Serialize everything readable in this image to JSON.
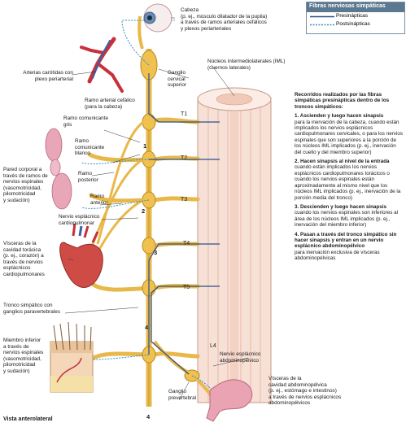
{
  "legend": {
    "title": "Fibras nerviosas simpáticas",
    "pre": "Presinápticas",
    "post": "Postsinápticas"
  },
  "labels": {
    "cabeza": "Cabeza\n(p. ej., músculo dilatador de la pupila)\na través de ramos arteriales cefálicos\ny plexos periarteriales",
    "arterias": "Arterias carótidas con\nplexo periarterial",
    "ganglio_cervical": "Ganglio\ncervical\nsuperior",
    "iml": "Núcleos intermediolaterales (IML)\n(cuernos laterales)",
    "ramo_arterial": "Ramo arterial cefálico\n(para la cabeza)",
    "ramo_gris": "Ramo comunicante\ngris",
    "ramo_blanco": "Ramo\ncomunicante\nblanco",
    "pared": "Pared corporal a\ntravés de ramos de\nnervios espinales\n(vasomotricidad,\npilomotricidad\ny sudación)",
    "ramo_posterior": "Ramo\nposterior",
    "ramo_anterior": "Ramo\nanterior",
    "nervio_cardio": "Nervio esplácnico\ncardiopulmonar",
    "visceras_toracica": "Vísceras de la\ncavidad torácica\n(p. ej., corazón) a\ntravés de nervios\nesplácnicos\ncardiopulmonares",
    "tronco": "Tronco simpático con\nganglios paravertebrales",
    "miembro": "Miembro inferior\na través de\nnervios espinales\n(vasomotricidad,\npilomotricidad\ny sudación)",
    "nervio_abdomino": "Nervio esplácnico\nabdominopélvico",
    "ganglio_pre": "Ganglio\nprevertebral",
    "visceras_abdo": "Vísceras de la\ncavidad abdominopélvica\n(p. ej., estómago e intestinos)\na través de nervios esplácnicos\nabdominopélvicos",
    "vista": "Vista anterolateral"
  },
  "levels": [
    "T1",
    "T2",
    "T3",
    "T4",
    "T5",
    "L4"
  ],
  "pathway_numbers": [
    "1",
    "2",
    "3",
    "4",
    "4"
  ],
  "right_panel": {
    "intro": "Recorridos realizados por las fibras simpáticas presinápticas dentro de los troncos simpáticos:",
    "items": [
      {
        "title": "1. Ascienden y luego hacen sinapsis",
        "body": "para la inervación de la cabeza, cuando están implicados los nervios esplácnicos cardiopulmonares cervicales, o para los nervios espinales que son superiores a la porción de los núcleos IML implicados (p. ej., inervación del cuello y del miembro superior)"
      },
      {
        "title": "2. Hacen sinapsis al nivel de la entrada",
        "body": "cuando están implicados los nervios esplácnicos cardiopulmonares torácicos o cuando los nervios espinales están aproximadamente al mismo nivel que los núcleos IML implicados (p. ej., inervación de la porción media del tronco)"
      },
      {
        "title": "3. Descienden y luego hacen sinapsis",
        "body": "cuando los nervios espinales son inferiores al área de los núcleos IML implicados (p. ej., inervación del miembro inferior)"
      },
      {
        "title": "4. Pasan a través del tronco simpático sin hacer sinapsis y entran en un nervio esplácnico abdominopélvico",
        "body": "para inervación exclusiva de vísceras abdominopélvicas"
      }
    ]
  },
  "colors": {
    "nerve": "#e8b94a",
    "nerve_dark": "#b98a22",
    "pre_fiber": "#2b4f8a",
    "post_fiber": "#3c8fc0",
    "spinal_cord": "#f6ddd2",
    "cord_stripe": "#e7b9a8",
    "artery": "#c8303a",
    "vein": "#3d5fa8",
    "legend_head": "#5b7890"
  }
}
